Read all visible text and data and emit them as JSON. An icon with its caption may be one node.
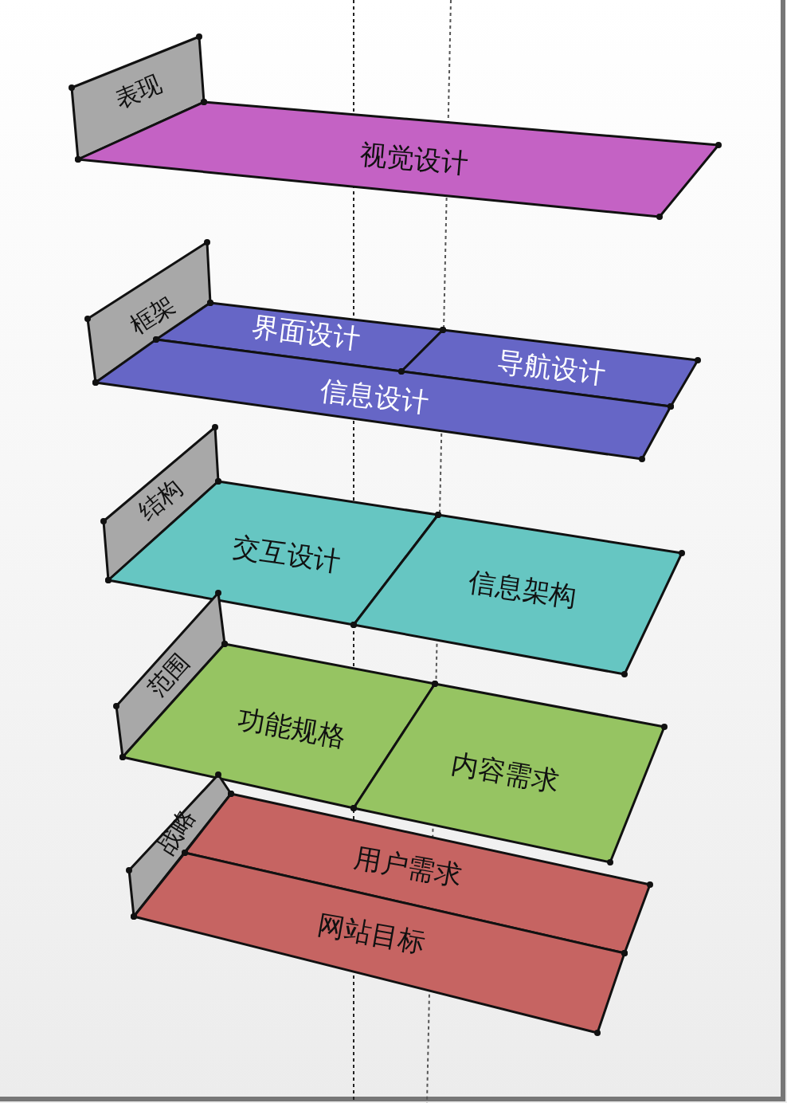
{
  "diagram": {
    "nodes": [
      {
        "text": [
          "表现"
        ]
      },
      {
        "text": [
          "视觉设计"
        ]
      },
      {
        "text": [
          "框架"
        ]
      },
      {
        "text": [
          "界面设计"
        ]
      },
      {
        "text": [
          "导航设计"
        ]
      },
      {
        "text": [
          "信息设计"
        ]
      },
      {
        "text": [
          "结构"
        ]
      },
      {
        "text": [
          "交互设计"
        ]
      },
      {
        "text": [
          "信息架构"
        ]
      },
      {
        "text": [
          "范围"
        ]
      },
      {
        "text": [
          "功能规格"
        ]
      },
      {
        "text": [
          "内容需求"
        ]
      },
      {
        "text": [
          "战略"
        ]
      },
      {
        "text": [
          "用户需求"
        ]
      },
      {
        "text": [
          "网站目标"
        ]
      }
    ]
  }
}
